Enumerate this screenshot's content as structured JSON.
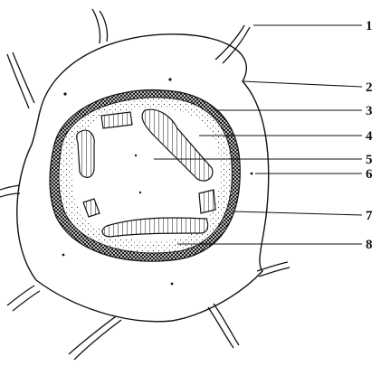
{
  "diagram": {
    "labels": [
      {
        "id": "1",
        "text": "1"
      },
      {
        "id": "2",
        "text": "2"
      },
      {
        "id": "3",
        "text": "3"
      },
      {
        "id": "4",
        "text": "4"
      },
      {
        "id": "5",
        "text": "5"
      },
      {
        "id": "6",
        "text": "6"
      },
      {
        "id": "7",
        "text": "7"
      },
      {
        "id": "8",
        "text": "8"
      }
    ],
    "colors": {
      "ink": "#111111",
      "background": "#ffffff"
    }
  }
}
